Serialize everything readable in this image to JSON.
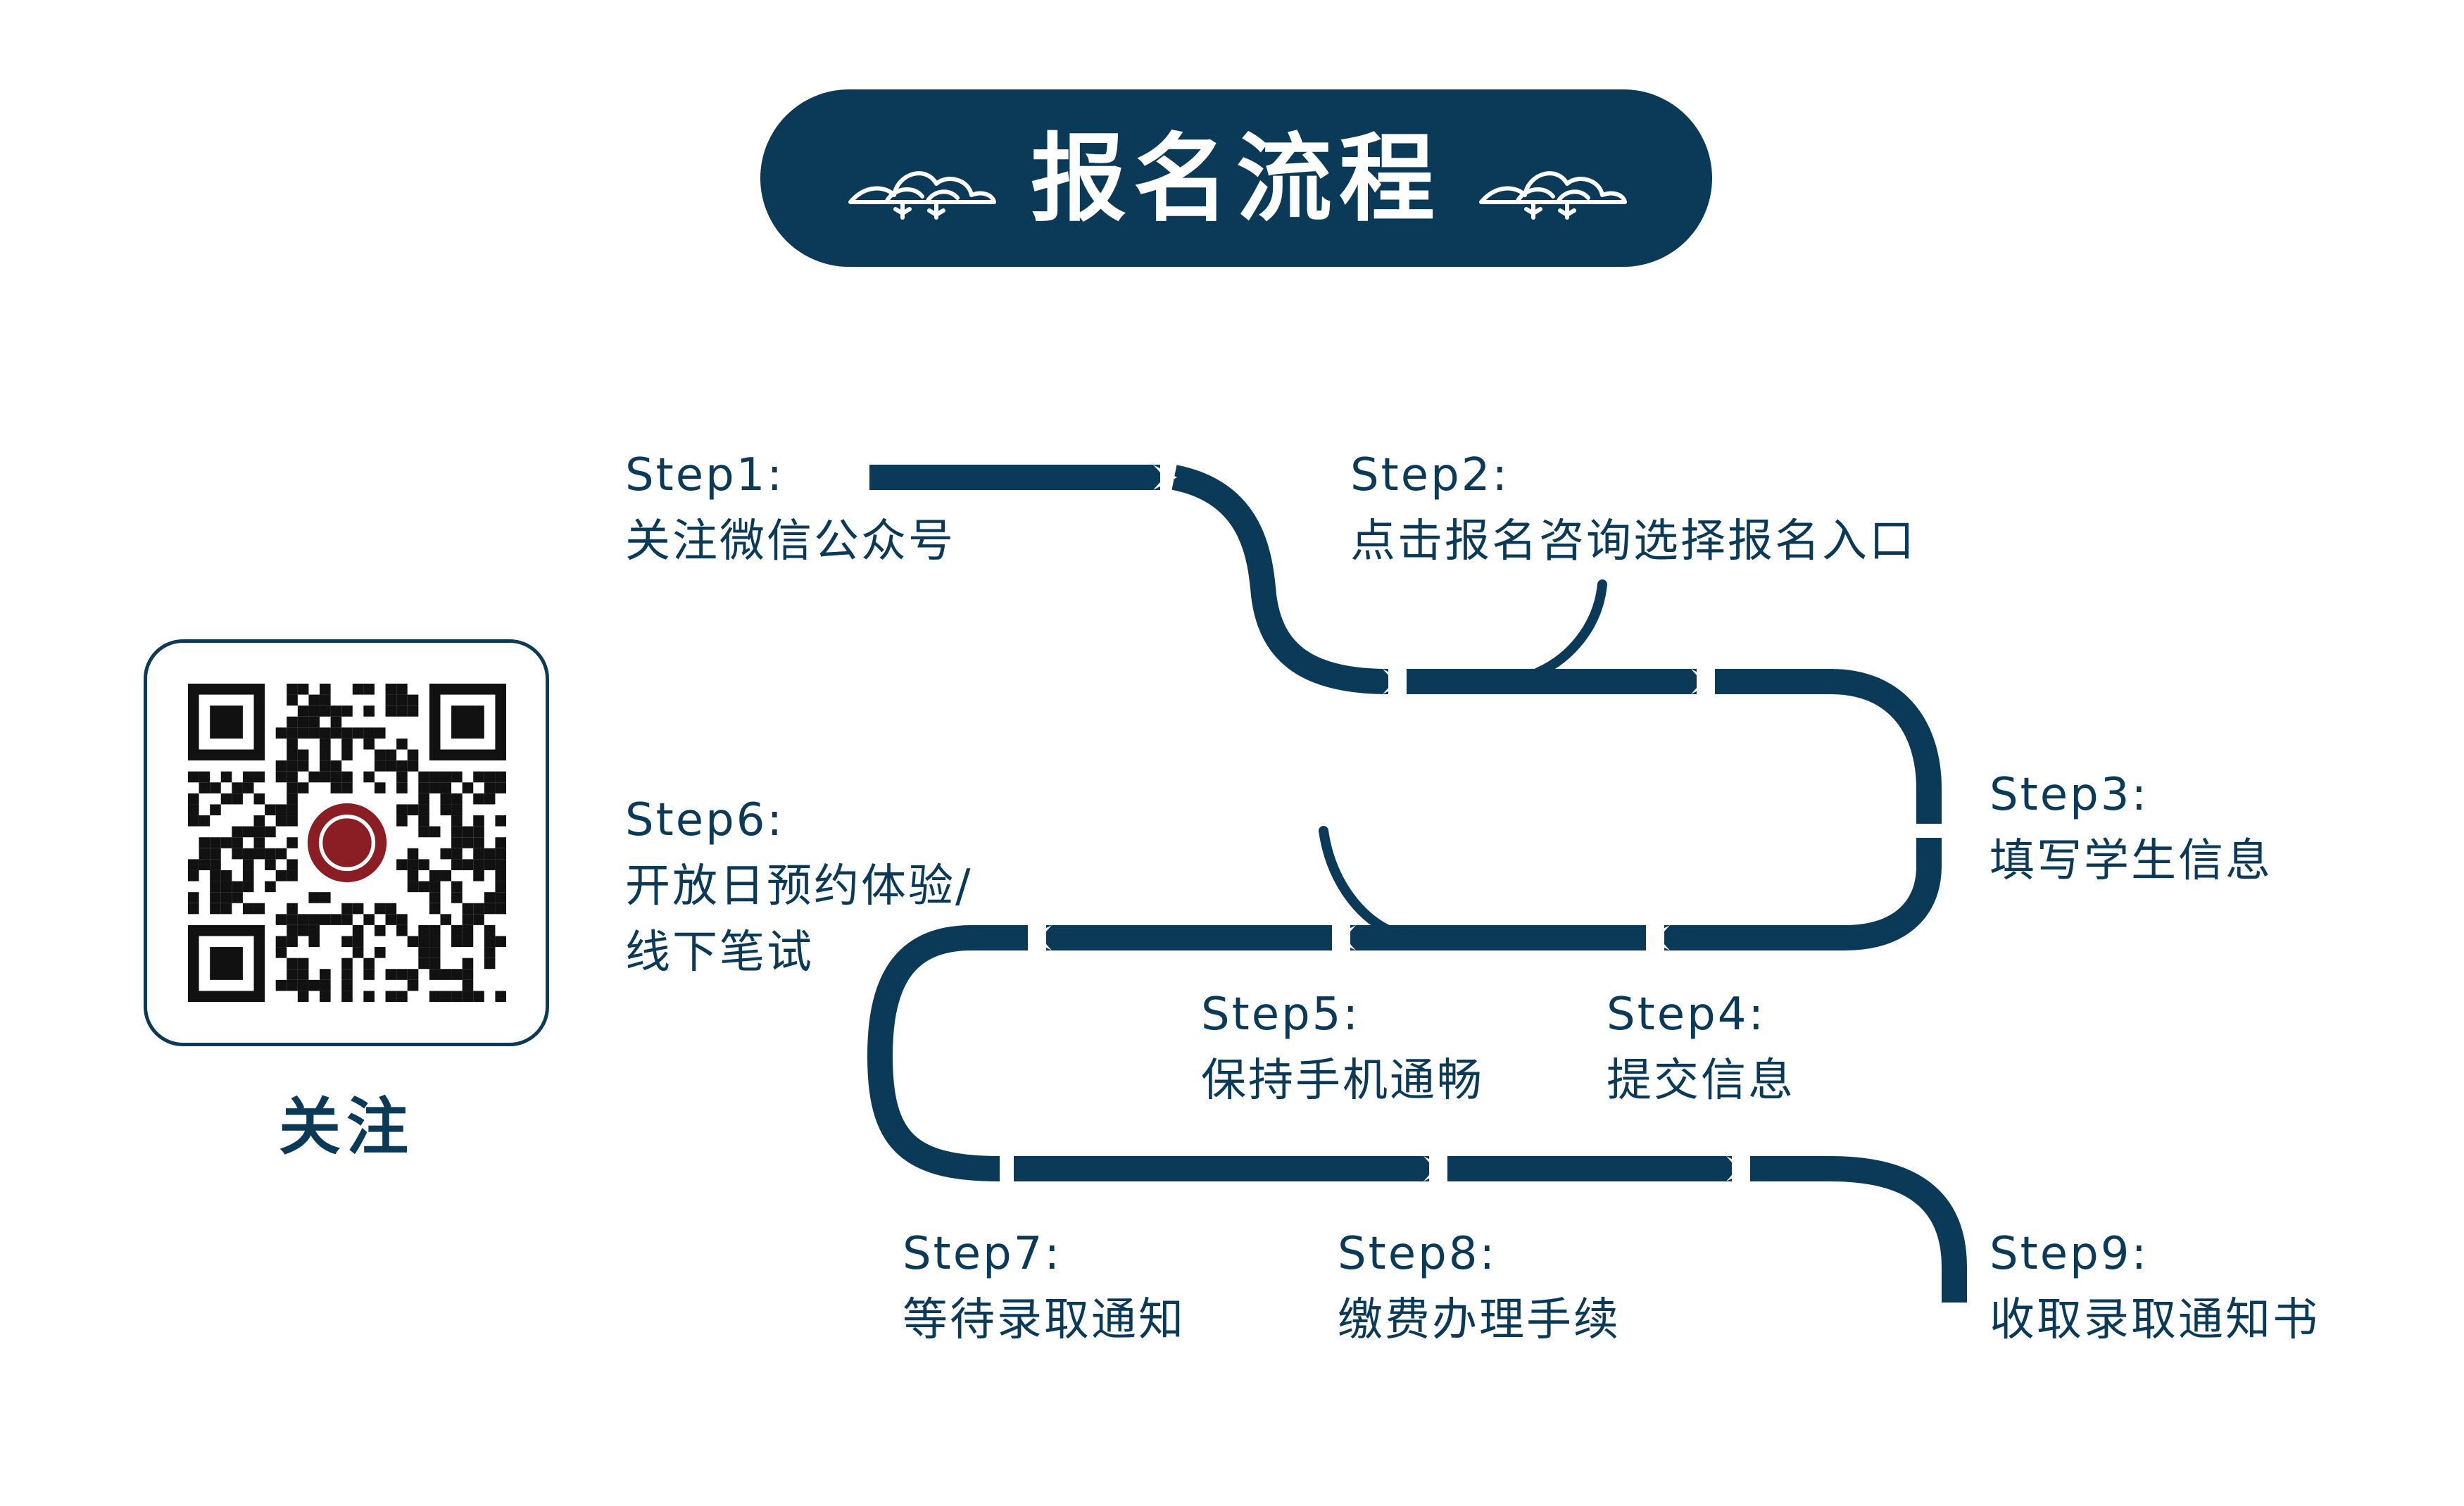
{
  "title": "报名流程",
  "colors": {
    "primary": "#0b3a59",
    "background": "#ffffff",
    "badge": "#8b1e24"
  },
  "steps": [
    {
      "label": "Step1:",
      "description": "关注微信公众号"
    },
    {
      "label": "Step2:",
      "description": "点击报名咨询选择报名入口"
    },
    {
      "label": "Step3:",
      "description": "填写学生信息"
    },
    {
      "label": "Step4:",
      "description": "提交信息"
    },
    {
      "label": "Step5:",
      "description": "保持手机通畅"
    },
    {
      "label": "Step6:",
      "description": "开放日预约体验/",
      "description_line2": "线下笔试"
    },
    {
      "label": "Step7:",
      "description": "等待录取通知"
    },
    {
      "label": "Step8:",
      "description": "缴费办理手续"
    },
    {
      "label": "Step9:",
      "description": "收取录取通知书"
    }
  ],
  "qr": {
    "caption": "关注",
    "icon": "qr-code-icon"
  },
  "decorations": {
    "left": "pine-cloud-icon",
    "right": "pine-cloud-icon"
  }
}
